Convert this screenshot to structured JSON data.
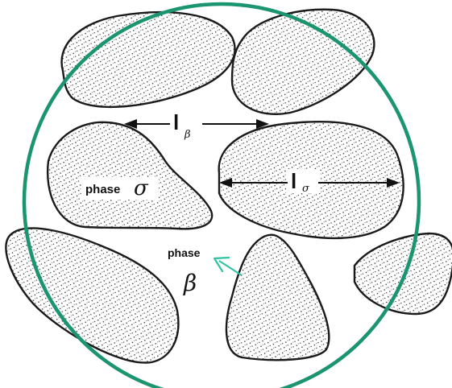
{
  "labels": {
    "phase_sigma_word": "phase",
    "phase_sigma_symbol": "σ",
    "phase_beta_word": "phase",
    "phase_beta_symbol": "β",
    "l_beta_main": "l",
    "l_beta_sub": "β",
    "l_sigma_main": "l",
    "l_sigma_sub": "σ"
  },
  "colors": {
    "circle": "#1b9470",
    "arrow": "#2fc3a3",
    "outline": "#1a1a1a",
    "background": "#ffffff"
  }
}
